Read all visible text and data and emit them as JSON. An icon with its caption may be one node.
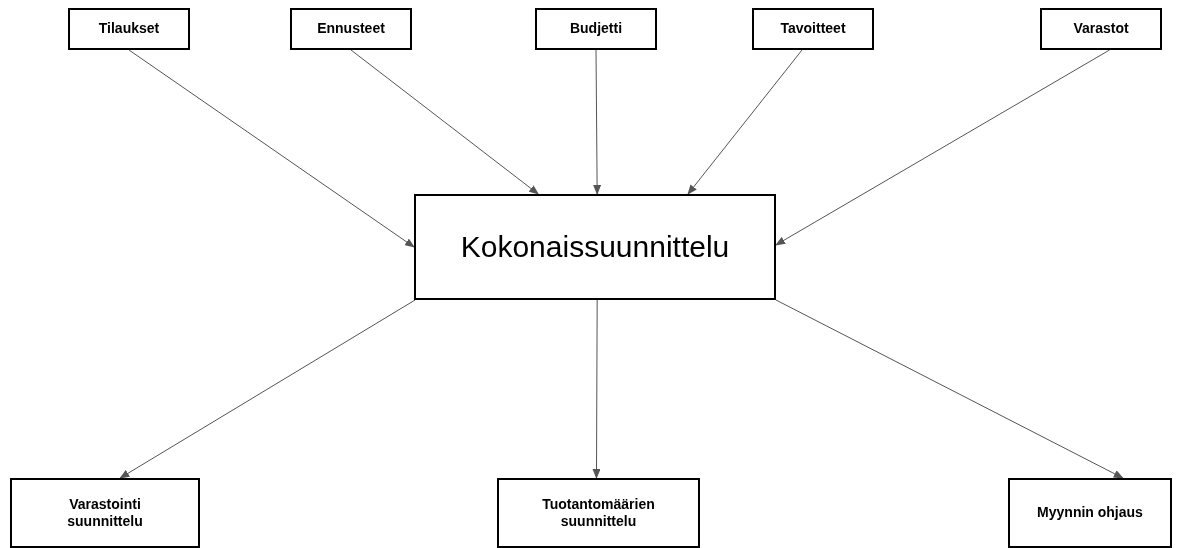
{
  "diagram": {
    "nodes": [
      {
        "text": [
          "Tilaukset"
        ]
      },
      {
        "text": [
          "Ennusteet"
        ]
      },
      {
        "text": [
          "Budjetti"
        ]
      },
      {
        "text": [
          "Tavoitteet"
        ]
      },
      {
        "text": [
          "Varastot"
        ]
      },
      {
        "text": [
          "Kokonaissuunnittelu"
        ]
      },
      {
        "text": [
          "Varastointi suunnittelu"
        ]
      },
      {
        "text": [
          "Tuotantomäärien suunnittelu"
        ]
      },
      {
        "text": [
          "Myynnin ohjaus"
        ]
      }
    ],
    "edges": [
      {
        "from": 0,
        "to": 5,
        "arrow": "to"
      },
      {
        "from": 1,
        "to": 5,
        "arrow": "to"
      },
      {
        "from": 2,
        "to": 5,
        "arrow": "to"
      },
      {
        "from": 3,
        "to": 5,
        "arrow": "to"
      },
      {
        "from": 4,
        "to": 5,
        "arrow": "to"
      },
      {
        "from": 5,
        "to": 6,
        "arrow": "to"
      },
      {
        "from": 5,
        "to": 7,
        "arrow": "to"
      },
      {
        "from": 5,
        "to": 8,
        "arrow": "to"
      }
    ]
  }
}
